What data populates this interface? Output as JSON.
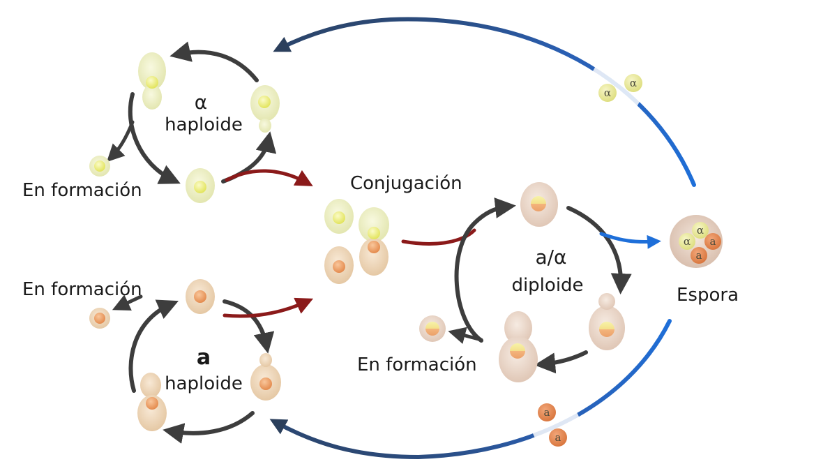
{
  "labels": {
    "alpha_symbol": "α",
    "alpha_haploid": "haploide",
    "a_symbol": "a",
    "a_haploid": "haploide",
    "diploid_symbol": "a/α",
    "diploid": "diploide",
    "en_formacion_top": "En formación",
    "en_formacion_bottom": "En formación",
    "en_formacion_right": "En formación",
    "conjugacion": "Conjugación",
    "espora": "Espora"
  },
  "spore_letters": {
    "alpha": "α",
    "a": "a"
  },
  "colors": {
    "cycle_arrow": "#3d3d3d",
    "conjugation_arrow": "#8b1a1a",
    "spore_path": "#1e6fd9",
    "spore_path_dark": "#2b3f5c",
    "alpha_cell": "#eef0c2",
    "alpha_nucleus": "#f2f27a",
    "a_cell": "#f1d9bd",
    "a_nucleus": "#f0a06a",
    "diploid_cell": "#ecd9cb"
  }
}
